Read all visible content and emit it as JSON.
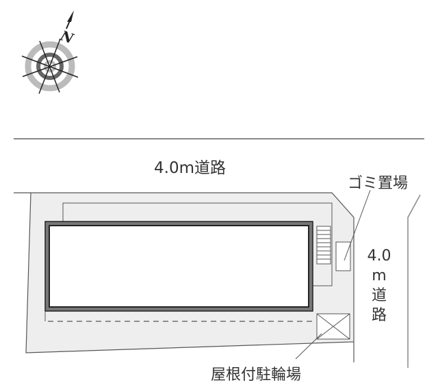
{
  "compass": {
    "icon": "north-compass-icon",
    "north_label": "N"
  },
  "labels": {
    "road_top": "4.0m道路",
    "garbage_area": "ゴミ置場",
    "road_right_chars": [
      "4.0",
      "m",
      "道",
      "路"
    ],
    "covered_bicycle_parking": "屋根付駐輪場"
  },
  "colors": {
    "lot_fill": "#eeeeee",
    "line": "#555555",
    "building_outer": "#222222",
    "building_band": "#777777",
    "compass_light": "#bbbbbb",
    "compass_dark": "#666666"
  }
}
